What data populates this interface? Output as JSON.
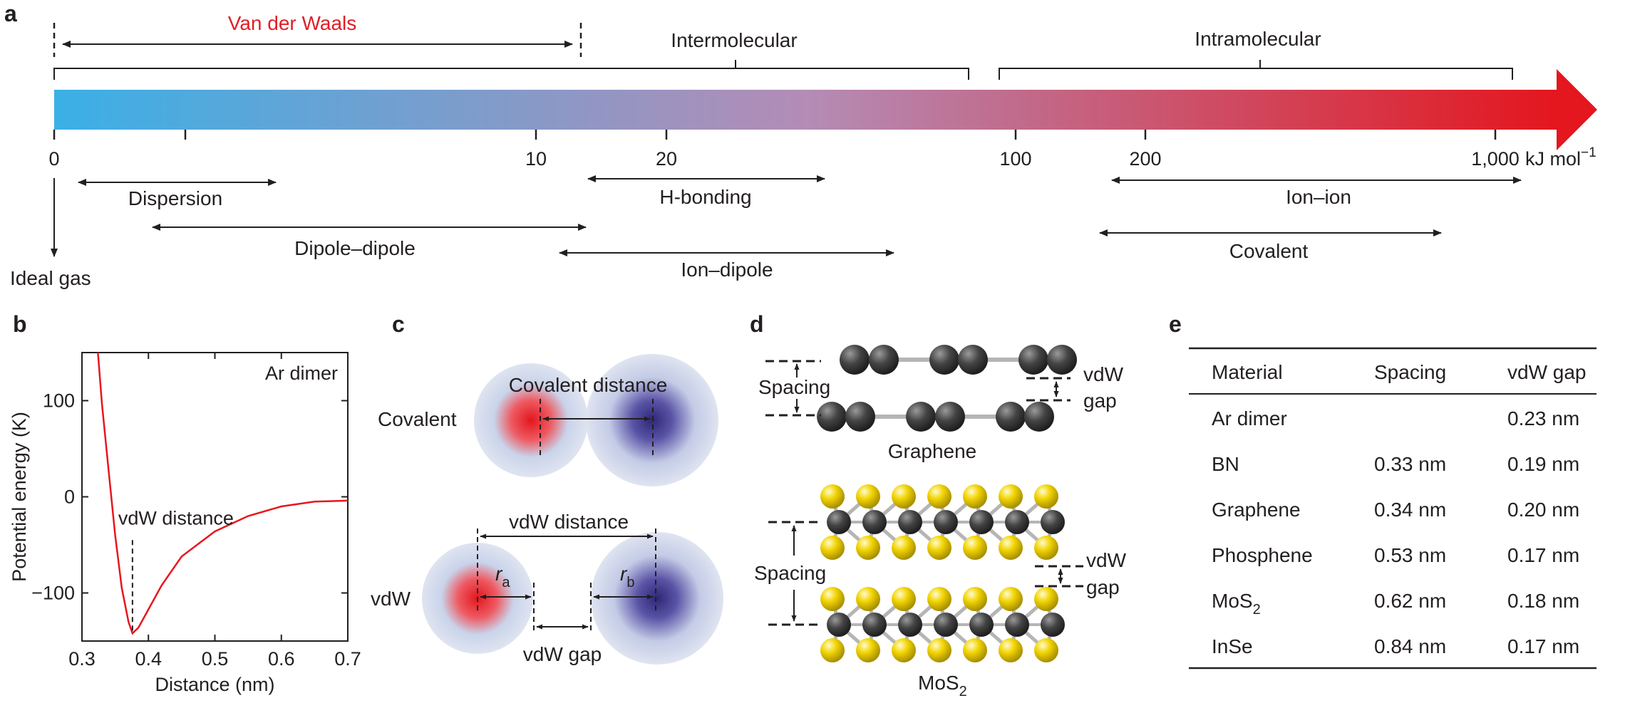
{
  "panels": {
    "a": "a",
    "b": "b",
    "c": "c",
    "d": "d",
    "e": "e"
  },
  "panel_a": {
    "van_der_waals": "Van der Waals",
    "intermolecular": "Intermolecular",
    "intramolecular": "Intramolecular",
    "ticks": [
      "0",
      "10",
      "20",
      "100",
      "200",
      "1,000"
    ],
    "unit_main": "kJ mol",
    "unit_sup": "−1",
    "ideal_gas": "Ideal gas",
    "ranges": [
      "Dispersion",
      "Dipole–dipole",
      "H-bonding",
      "Ion–dipole",
      "Ion–ion",
      "Covalent"
    ],
    "colors": {
      "start": "#3ab0e6",
      "mid": "#b48cb6",
      "end": "#e4161e",
      "vdw_label": "#e01e26"
    }
  },
  "panel_c": {
    "covalent_label": "Covalent",
    "covalent_distance": "Covalent distance",
    "vdw_label": "vdW",
    "vdw_distance": "vdW distance",
    "ra_main": "r",
    "ra_sub": "a",
    "rb_main": "r",
    "rb_sub": "b",
    "vdw_gap": "vdW gap"
  },
  "panel_d": {
    "spacing": "Spacing",
    "vdw": "vdW",
    "gap": "gap",
    "graphene": "Graphene",
    "mos2_main": "MoS",
    "mos2_sub": "2",
    "atom_colors": {
      "carbon": "#3f3f3f",
      "sulfur": "#f2d400",
      "molybdenum": "#4a4a4a",
      "bond": "#b5b5b5"
    }
  },
  "panel_e": {
    "headers": [
      "Material",
      "Spacing",
      "vdW gap"
    ],
    "rows": [
      {
        "material": "Ar dimer",
        "sub": "",
        "spacing": "",
        "gap": "0.23 nm"
      },
      {
        "material": "BN",
        "sub": "",
        "spacing": "0.33 nm",
        "gap": "0.19 nm"
      },
      {
        "material": "Graphene",
        "sub": "",
        "spacing": "0.34 nm",
        "gap": "0.20 nm"
      },
      {
        "material": "Phosphene",
        "sub": "",
        "spacing": "0.53 nm",
        "gap": "0.17 nm"
      },
      {
        "material": "MoS",
        "sub": "2",
        "spacing": "0.62 nm",
        "gap": "0.18 nm"
      },
      {
        "material": "InSe",
        "sub": "",
        "spacing": "0.84 nm",
        "gap": "0.17 nm"
      }
    ]
  },
  "chart_data": {
    "type": "line",
    "title": "",
    "annotation": "Ar dimer",
    "marker_label": "vdW distance",
    "xlabel": "Distance (nm)",
    "ylabel": "Potential energy (K)",
    "xlim": [
      0.3,
      0.7
    ],
    "ylim": [
      -150,
      150
    ],
    "xticks": [
      0.3,
      0.4,
      0.5,
      0.6,
      0.7
    ],
    "xtick_labels": [
      "0.3",
      "0.4",
      "0.5",
      "0.6",
      "0.7"
    ],
    "yticks": [
      100,
      0,
      -100
    ],
    "ytick_labels": [
      "100",
      "0",
      "−100"
    ],
    "series": [
      {
        "color": "#e8161d",
        "x": [
          0.324,
          0.33,
          0.34,
          0.35,
          0.36,
          0.37,
          0.376,
          0.385,
          0.4,
          0.42,
          0.45,
          0.5,
          0.55,
          0.6,
          0.65,
          0.7
        ],
        "y": [
          150,
          97,
          28,
          -40,
          -95,
          -130,
          -142,
          -136,
          -117,
          -92,
          -62,
          -36,
          -20,
          -10,
          -5,
          -4
        ]
      }
    ],
    "marker_x": 0.376,
    "marker_top": -45
  }
}
